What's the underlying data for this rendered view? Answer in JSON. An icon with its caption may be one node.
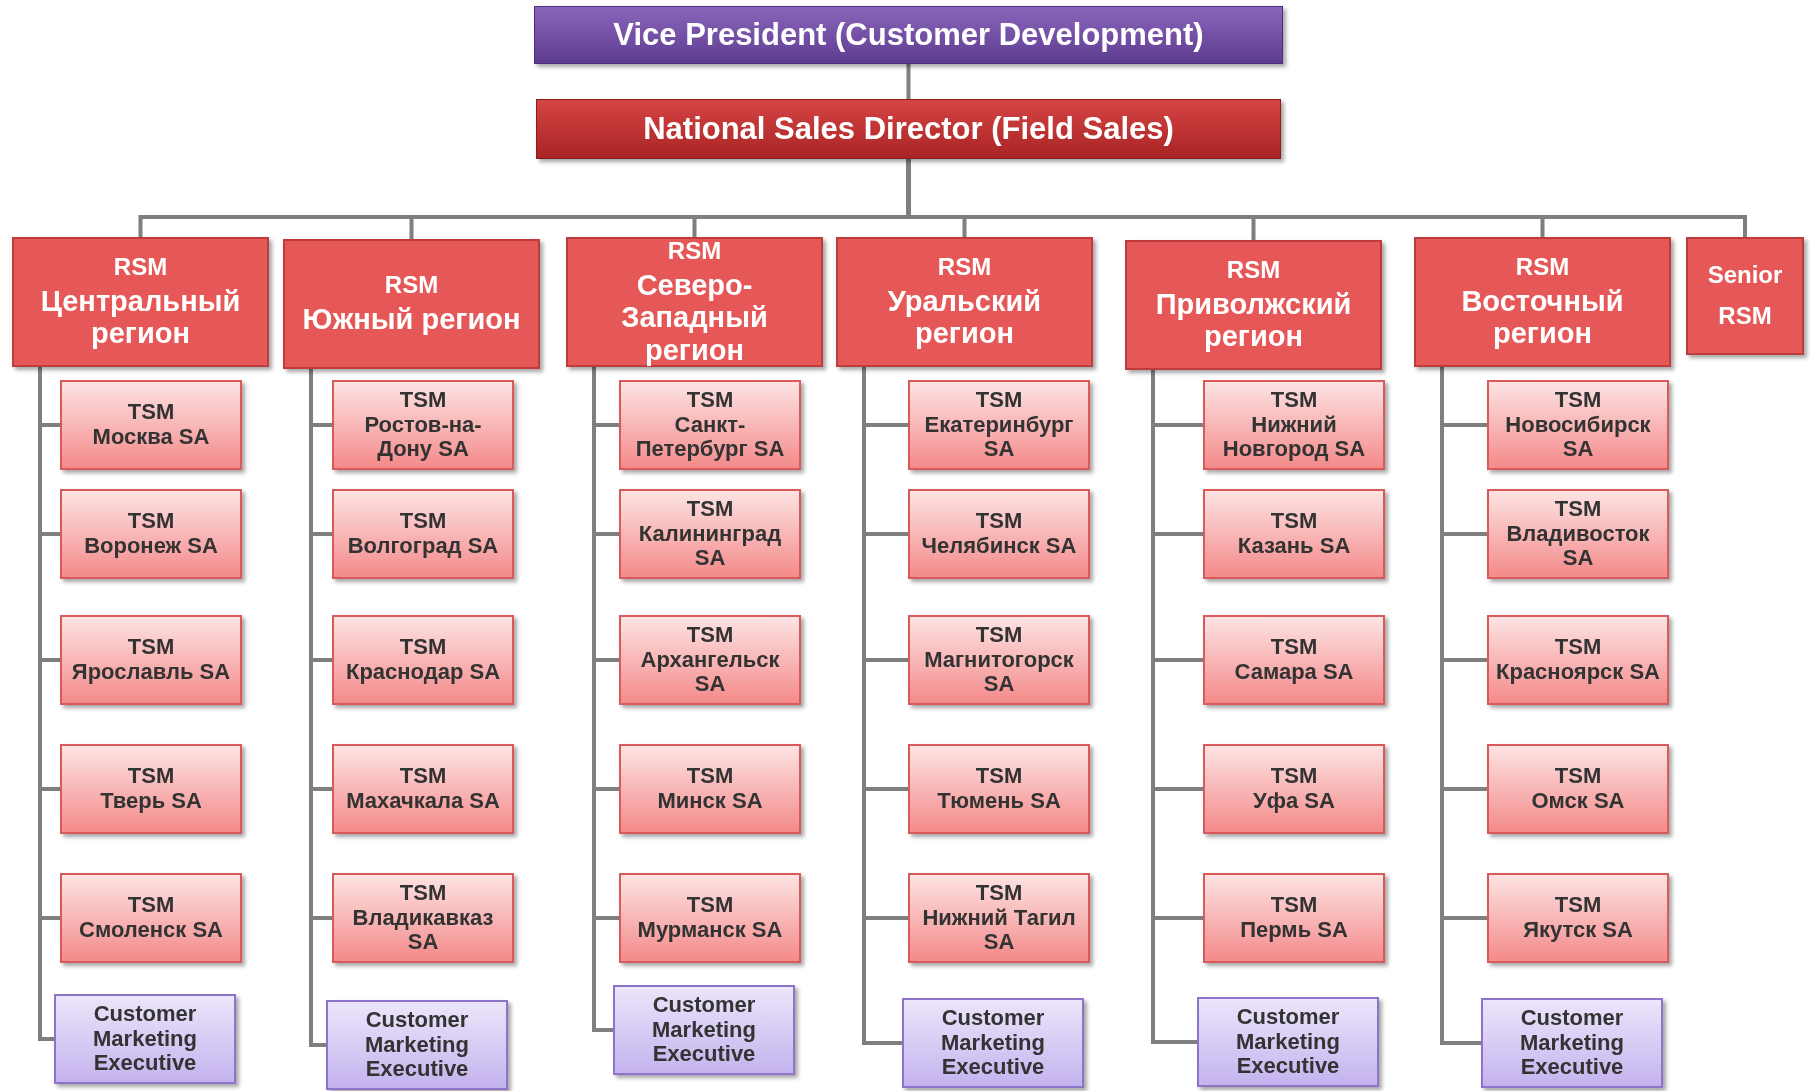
{
  "diagram": {
    "nodes": [
      {
        "text": [
          "Vice President (Customer Development)"
        ]
      },
      {
        "text": [
          "National Sales Director (Field Sales)"
        ]
      },
      {
        "text": [
          "RSM",
          "Центральный регион"
        ]
      },
      {
        "text": [
          "TSM",
          "Москва SA"
        ]
      },
      {
        "text": [
          "TSM",
          "Воронеж SA"
        ]
      },
      {
        "text": [
          "TSM",
          "Ярославль SA"
        ]
      },
      {
        "text": [
          "TSM",
          "Тверь SA"
        ]
      },
      {
        "text": [
          "TSM",
          "Смоленск SA"
        ]
      },
      {
        "text": [
          "Customer Marketing Executive"
        ]
      },
      {
        "text": [
          "RSM",
          "Южный регион"
        ]
      },
      {
        "text": [
          "TSM",
          "Ростов-на-Дону SA"
        ]
      },
      {
        "text": [
          "TSM",
          "Волгоград SA"
        ]
      },
      {
        "text": [
          "TSM",
          "Краснодар SA"
        ]
      },
      {
        "text": [
          "TSM",
          "Махачкала SA"
        ]
      },
      {
        "text": [
          "TSM",
          "Владикавказ SA"
        ]
      },
      {
        "text": [
          "Customer Marketing Executive"
        ]
      },
      {
        "text": [
          "RSM",
          "Северо-Западный регион"
        ]
      },
      {
        "text": [
          "TSM",
          "Санкт-Петербург SA"
        ]
      },
      {
        "text": [
          "TSM",
          "Калининград SA"
        ]
      },
      {
        "text": [
          "TSM",
          "Архангельск SA"
        ]
      },
      {
        "text": [
          "TSM",
          "Минск SA"
        ]
      },
      {
        "text": [
          "TSM",
          "Мурманск SA"
        ]
      },
      {
        "text": [
          "Customer Marketing Executive"
        ]
      },
      {
        "text": [
          "RSM",
          "Уральский регион"
        ]
      },
      {
        "text": [
          "TSM",
          "Екатеринбург SA"
        ]
      },
      {
        "text": [
          "TSM",
          "Челябинск SA"
        ]
      },
      {
        "text": [
          "TSM",
          "Магнитогорск SA"
        ]
      },
      {
        "text": [
          "TSM",
          "Тюмень SA"
        ]
      },
      {
        "text": [
          "TSM",
          "Нижний Тагил SA"
        ]
      },
      {
        "text": [
          "Customer Marketing Executive"
        ]
      },
      {
        "text": [
          "RSM",
          "Приволжский регион"
        ]
      },
      {
        "text": [
          "TSM",
          "Нижний Новгород SA"
        ]
      },
      {
        "text": [
          "TSM",
          "Казань SA"
        ]
      },
      {
        "text": [
          "TSM",
          "Самара SA"
        ]
      },
      {
        "text": [
          "TSM",
          "Уфа SA"
        ]
      },
      {
        "text": [
          "TSM",
          "Пермь SA"
        ]
      },
      {
        "text": [
          "Customer Marketing Executive"
        ]
      },
      {
        "text": [
          "RSM",
          "Восточный регион"
        ]
      },
      {
        "text": [
          "TSM",
          "Новосибирск SA"
        ]
      },
      {
        "text": [
          "TSM",
          "Владивосток SA"
        ]
      },
      {
        "text": [
          "TSM",
          "Красноярск SA"
        ]
      },
      {
        "text": [
          "TSM",
          "Омск SA"
        ]
      },
      {
        "text": [
          "TSM",
          "Якутск SA"
        ]
      },
      {
        "text": [
          "Customer Marketing Executive"
        ]
      },
      {
        "text": [
          "Senior RSM"
        ]
      }
    ],
    "edges": [
      {
        "from": 0,
        "to": 1,
        "arrow": "none"
      },
      {
        "from": 1,
        "to": 2,
        "arrow": "none"
      },
      {
        "from": 1,
        "to": 9,
        "arrow": "none"
      },
      {
        "from": 1,
        "to": 16,
        "arrow": "none"
      },
      {
        "from": 1,
        "to": 23,
        "arrow": "none"
      },
      {
        "from": 1,
        "to": 30,
        "arrow": "none"
      },
      {
        "from": 1,
        "to": 37,
        "arrow": "none"
      },
      {
        "from": 1,
        "to": 44,
        "arrow": "none"
      },
      {
        "from": 2,
        "to": 3,
        "arrow": "none"
      },
      {
        "from": 2,
        "to": 4,
        "arrow": "none"
      },
      {
        "from": 2,
        "to": 5,
        "arrow": "none"
      },
      {
        "from": 2,
        "to": 6,
        "arrow": "none"
      },
      {
        "from": 2,
        "to": 7,
        "arrow": "none"
      },
      {
        "from": 2,
        "to": 8,
        "arrow": "none"
      },
      {
        "from": 9,
        "to": 10,
        "arrow": "none"
      },
      {
        "from": 9,
        "to": 11,
        "arrow": "none"
      },
      {
        "from": 9,
        "to": 12,
        "arrow": "none"
      },
      {
        "from": 9,
        "to": 13,
        "arrow": "none"
      },
      {
        "from": 9,
        "to": 14,
        "arrow": "none"
      },
      {
        "from": 9,
        "to": 15,
        "arrow": "none"
      },
      {
        "from": 16,
        "to": 17,
        "arrow": "none"
      },
      {
        "from": 16,
        "to": 18,
        "arrow": "none"
      },
      {
        "from": 16,
        "to": 19,
        "arrow": "none"
      },
      {
        "from": 16,
        "to": 20,
        "arrow": "none"
      },
      {
        "from": 16,
        "to": 21,
        "arrow": "none"
      },
      {
        "from": 16,
        "to": 22,
        "arrow": "none"
      },
      {
        "from": 23,
        "to": 24,
        "arrow": "none"
      },
      {
        "from": 23,
        "to": 25,
        "arrow": "none"
      },
      {
        "from": 23,
        "to": 26,
        "arrow": "none"
      },
      {
        "from": 23,
        "to": 27,
        "arrow": "none"
      },
      {
        "from": 23,
        "to": 28,
        "arrow": "none"
      },
      {
        "from": 23,
        "to": 29,
        "arrow": "none"
      },
      {
        "from": 30,
        "to": 31,
        "arrow": "none"
      },
      {
        "from": 30,
        "to": 32,
        "arrow": "none"
      },
      {
        "from": 30,
        "to": 33,
        "arrow": "none"
      },
      {
        "from": 30,
        "to": 34,
        "arrow": "none"
      },
      {
        "from": 30,
        "to": 35,
        "arrow": "none"
      },
      {
        "from": 30,
        "to": 36,
        "arrow": "none"
      },
      {
        "from": 37,
        "to": 38,
        "arrow": "none"
      },
      {
        "from": 37,
        "to": 39,
        "arrow": "none"
      },
      {
        "from": 37,
        "to": 40,
        "arrow": "none"
      },
      {
        "from": 37,
        "to": 41,
        "arrow": "none"
      },
      {
        "from": 37,
        "to": 42,
        "arrow": "none"
      },
      {
        "from": 37,
        "to": 43,
        "arrow": "none"
      }
    ]
  }
}
